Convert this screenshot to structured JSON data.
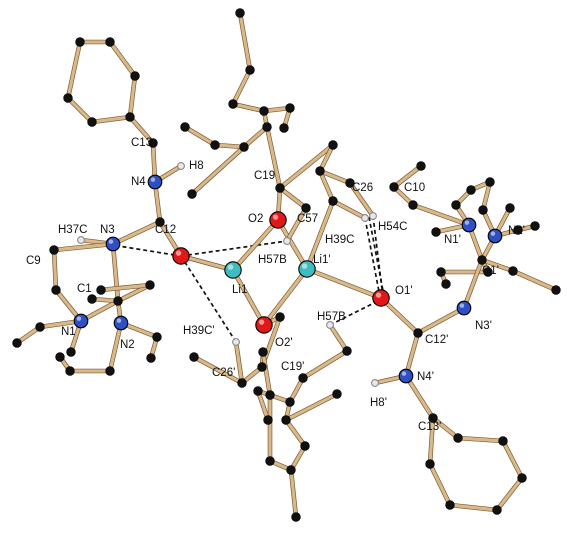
{
  "labels": {
    "C13": "C13",
    "H8": "H8",
    "N4": "N4",
    "C19": "C19",
    "C26": "C26",
    "C10": "C10",
    "O2": "O2",
    "C57": "C57",
    "H37C": "H37C",
    "N3": "N3",
    "C12": "C12",
    "H54C": "H54C",
    "H39C": "H39C",
    "N1p": "N1'",
    "N2p": "N2'",
    "C9": "C9",
    "H57B": "H57B",
    "Li1p": "Li1'",
    "C1p": "C1'",
    "C1": "C1",
    "Li1": "Li1",
    "O1p": "O1'",
    "H57B2": "H57B",
    "N1": "N1",
    "N2": "N2",
    "H39Cp": "H39C'",
    "O2p": "O2'",
    "C12p": "C12'",
    "N3p": "N3'",
    "C26p": "C26'",
    "C19p": "C19'",
    "N4p": "N4'",
    "H8p": "H8'",
    "C13p": "C13'"
  },
  "colors": {
    "carbon": "#111111",
    "nitrogen": "#2f4fc4",
    "oxygen": "#e01818",
    "lithium": "#3fbcc0",
    "hydrogen": "#e8e8e8",
    "bond": "#d9b98a"
  }
}
